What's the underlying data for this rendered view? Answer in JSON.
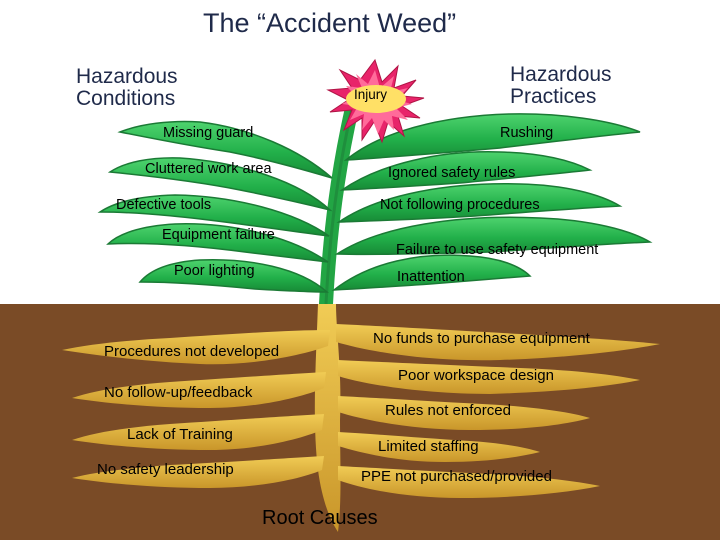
{
  "title": "The “Accident Weed”",
  "headings": {
    "conditions": "Hazardous\nConditions",
    "practices": "Hazardous\nPractices"
  },
  "flower_label": "Injury",
  "hazardous_conditions": [
    "Missing guard",
    "Cluttered work area",
    "Defective tools",
    "Equipment failure",
    "Poor lighting"
  ],
  "hazardous_practices": [
    "Rushing",
    "Ignored safety rules",
    "Not following procedures",
    "Failure to use safety equipment",
    "Inattention"
  ],
  "root_causes_left": [
    "Procedures not developed",
    "No follow-up/feedback",
    "Lack of Training",
    "No safety leadership"
  ],
  "root_causes_right": [
    "No funds to purchase equipment",
    "Poor workspace design",
    "Rules not enforced",
    "Limited staffing",
    "PPE not purchased/provided"
  ],
  "root_causes_label": "Root Causes",
  "colors": {
    "soil": "#7a4b26",
    "leaf": "#2fbb55",
    "leaf_dark": "#1b7a35",
    "root": "#e0b334",
    "petal": "#e8246a",
    "title_text": "#1f2a4a"
  }
}
